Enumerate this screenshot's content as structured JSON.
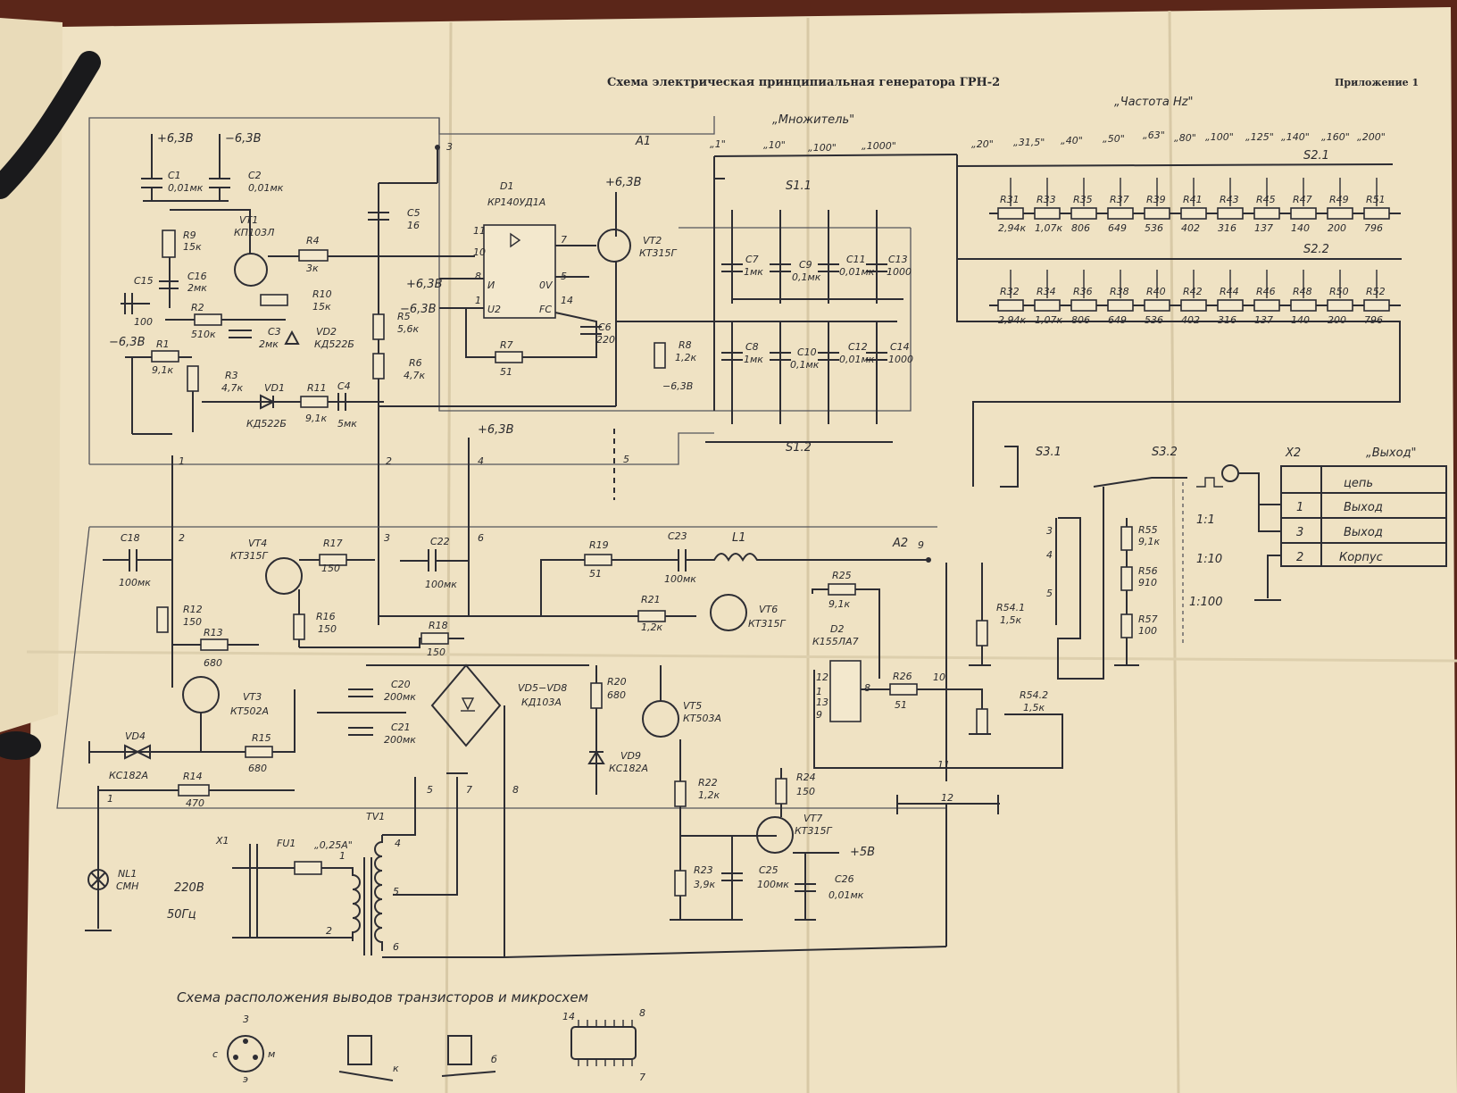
{
  "title": "Схема электрическая принципиальная генератора ГРН-2",
  "appendix": "Приложение 1",
  "sections": {
    "multiplier": {
      "title": "„Множитель\"",
      "values": [
        "„1\"",
        "„10\"",
        "„100\"",
        "„1000\""
      ]
    },
    "frequency": {
      "title": "„Частота Hz\"",
      "values": [
        "„20\"",
        "„31,5\"",
        "„40\"",
        "„50\"",
        "„63\"",
        "„80\"",
        "„100\"",
        "„125\"",
        "„140\"",
        "„160\"",
        "„200\""
      ]
    }
  },
  "blocks": {
    "a1": "A1",
    "a2": "A2"
  },
  "switches": {
    "s1_1": "S1.1",
    "s1_2": "S1.2",
    "s2_1": "S2.1",
    "s2_2": "S2.2",
    "s3_1": "S3.1",
    "s3_2": "S3.2"
  },
  "supply": {
    "p63": "+6,3В",
    "m63": "−6,3В",
    "p5": "+5В"
  },
  "components": {
    "c1": {
      "name": "C1",
      "value": "0,01мк"
    },
    "c2": {
      "name": "C2",
      "value": "0,01мк"
    },
    "r9": {
      "name": "R9",
      "value": "15к"
    },
    "vt1": {
      "name": "VT1",
      "value": "КП103Л"
    },
    "r4": {
      "name": "R4",
      "value": "3к"
    },
    "c15": {
      "name": "C15",
      "value": "100"
    },
    "c16": {
      "name": "C16",
      "value": "2мк"
    },
    "r10": {
      "name": "R10",
      "value": "15к"
    },
    "r2": {
      "name": "R2",
      "value": "510к"
    },
    "c3": {
      "name": "C3",
      "value": "2мк"
    },
    "vd2": {
      "name": "VD2",
      "value": "КД522Б"
    },
    "r1": {
      "name": "R1",
      "value": "9,1к"
    },
    "r3": {
      "name": "R3",
      "value": "4,7к"
    },
    "vd1": {
      "name": "VD1",
      "value": "КД522Б"
    },
    "r11": {
      "name": "R11",
      "value": "9,1к"
    },
    "c4": {
      "name": "C4",
      "value": "5мк"
    },
    "c5": {
      "name": "C5",
      "value": "16"
    },
    "r5": {
      "name": "R5",
      "value": "5,6к"
    },
    "r6": {
      "name": "R6",
      "value": "4,7к"
    },
    "d1": {
      "name": "D1",
      "value": "КР140УД1А"
    },
    "r7": {
      "name": "R7",
      "value": "51"
    },
    "c6": {
      "name": "C6",
      "value": "220"
    },
    "vt2": {
      "name": "VT2",
      "value": "КТ315Г"
    },
    "r8": {
      "name": "R8",
      "value": "1,2к"
    },
    "c7": {
      "name": "C7",
      "value": "1мк"
    },
    "c9": {
      "name": "C9",
      "value": "0,1мк"
    },
    "c11": {
      "name": "C11",
      "value": "0,01мк"
    },
    "c13": {
      "name": "C13",
      "value": "1000"
    },
    "c8": {
      "name": "C8",
      "value": "1мк"
    },
    "c10": {
      "name": "C10",
      "value": "0,1мк"
    },
    "c12": {
      "name": "C12",
      "value": "0,01мк"
    },
    "c14": {
      "name": "C14",
      "value": "1000"
    },
    "c18": {
      "name": "C18",
      "value": "100мк"
    },
    "vt4": {
      "name": "VT4",
      "value": "КТ315Г"
    },
    "r17": {
      "name": "R17",
      "value": "150"
    },
    "c22": {
      "name": "C22",
      "value": "100мк"
    },
    "r19": {
      "name": "R19",
      "value": "51"
    },
    "c23": {
      "name": "C23",
      "value": "100мк"
    },
    "l1": {
      "name": "L1",
      "value": ""
    },
    "r25": {
      "name": "R25",
      "value": "9,1к"
    },
    "r12": {
      "name": "R12",
      "value": "150"
    },
    "r13": {
      "name": "R13",
      "value": "680"
    },
    "r16": {
      "name": "R16",
      "value": "150"
    },
    "r18": {
      "name": "R18",
      "value": "150"
    },
    "r21": {
      "name": "R21",
      "value": "1,2к"
    },
    "vt6": {
      "name": "VT6",
      "value": "КТ315Г"
    },
    "d2": {
      "name": "D2",
      "value": "К155ЛА7"
    },
    "r26": {
      "name": "R26",
      "value": "51"
    },
    "r54_1": {
      "name": "R54.1",
      "value": "1,5к"
    },
    "r54_2": {
      "name": "R54.2",
      "value": "1,5к"
    },
    "r55": {
      "name": "R55",
      "value": "9,1к"
    },
    "r56": {
      "name": "R56",
      "value": "910"
    },
    "r57": {
      "name": "R57",
      "value": "100"
    },
    "vt3": {
      "name": "VT3",
      "value": "КТ502А"
    },
    "c20": {
      "name": "C20",
      "value": "200мк"
    },
    "c21": {
      "name": "C21",
      "value": "200мк"
    },
    "vd5_8": {
      "name": "VD5−VD8",
      "value": "КД103А"
    },
    "r20": {
      "name": "R20",
      "value": "680"
    },
    "vt5": {
      "name": "VT5",
      "value": "КТ503А"
    },
    "vd4": {
      "name": "VD4",
      "value": "КС182А"
    },
    "r15": {
      "name": "R15",
      "value": "680"
    },
    "r14": {
      "name": "R14",
      "value": "470"
    },
    "vd9": {
      "name": "VD9",
      "value": "КС182А"
    },
    "r22": {
      "name": "R22",
      "value": "1,2к"
    },
    "r24": {
      "name": "R24",
      "value": "150"
    },
    "vt7": {
      "name": "VT7",
      "value": "КТ315Г"
    },
    "r23": {
      "name": "R23",
      "value": "3,9к"
    },
    "c25": {
      "name": "C25",
      "value": "100мк"
    },
    "c26": {
      "name": "C26",
      "value": "0,01мк"
    },
    "nl1": {
      "name": "NL1",
      "value": "СМН"
    },
    "x1": {
      "name": "X1",
      "value": ""
    },
    "fu1": {
      "name": "FU1",
      "value": "„0,25А\""
    },
    "tv1": {
      "name": "TV1",
      "value": ""
    }
  },
  "mains": {
    "voltage": "220В",
    "freq": "50Гц"
  },
  "resistor_rows": {
    "top": [
      [
        "R31",
        "2,94к"
      ],
      [
        "R33",
        "1,07к"
      ],
      [
        "R35",
        "806"
      ],
      [
        "R37",
        "649"
      ],
      [
        "R39",
        "536"
      ],
      [
        "R41",
        "402"
      ],
      [
        "R43",
        "316"
      ],
      [
        "R45",
        "137"
      ],
      [
        "R47",
        "140"
      ],
      [
        "R49",
        "200"
      ],
      [
        "R51",
        "796"
      ]
    ],
    "bottom": [
      [
        "R32",
        "2,94к"
      ],
      [
        "R34",
        "1,07к"
      ],
      [
        "R36",
        "806"
      ],
      [
        "R38",
        "649"
      ],
      [
        "R40",
        "536"
      ],
      [
        "R42",
        "402"
      ],
      [
        "R44",
        "316"
      ],
      [
        "R46",
        "137"
      ],
      [
        "R48",
        "140"
      ],
      [
        "R50",
        "200"
      ],
      [
        "R52",
        "796"
      ]
    ]
  },
  "output_table": {
    "header": "„Выход\"",
    "connector": "X2",
    "rows": [
      [
        "",
        "цепь"
      ],
      [
        "1",
        "Выход"
      ],
      [
        "3",
        "Выход"
      ],
      [
        "2",
        "Корпус"
      ]
    ]
  },
  "attenuator": [
    "1:1",
    "1:10",
    "1:100"
  ],
  "legend": {
    "caption": "Схема расположения выводов транзисторов и микросхем",
    "pins": [
      "3",
      "с",
      "м",
      "э",
      "к",
      "б",
      "14",
      "8",
      "7"
    ]
  }
}
